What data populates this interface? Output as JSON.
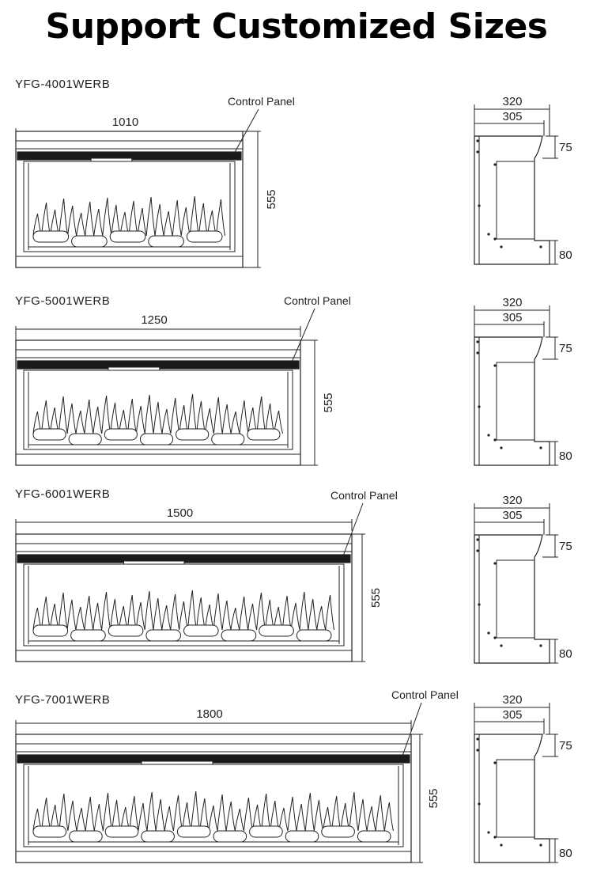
{
  "title": "Support Customized Sizes",
  "control_panel_label": "Control Panel",
  "side_view": {
    "depth_total": "320",
    "depth_inner": "305",
    "top_height": "75",
    "bottom_height": "80"
  },
  "models": [
    {
      "name": "YFG-4001WERB",
      "width": "1010",
      "height": "555"
    },
    {
      "name": "YFG-5001WERB",
      "width": "1250",
      "height": "555"
    },
    {
      "name": "YFG-6001WERB",
      "width": "1500",
      "height": "555"
    },
    {
      "name": "YFG-7001WERB",
      "width": "1800",
      "height": "555"
    }
  ],
  "colors": {
    "line": "#222222",
    "text": "#222222"
  }
}
